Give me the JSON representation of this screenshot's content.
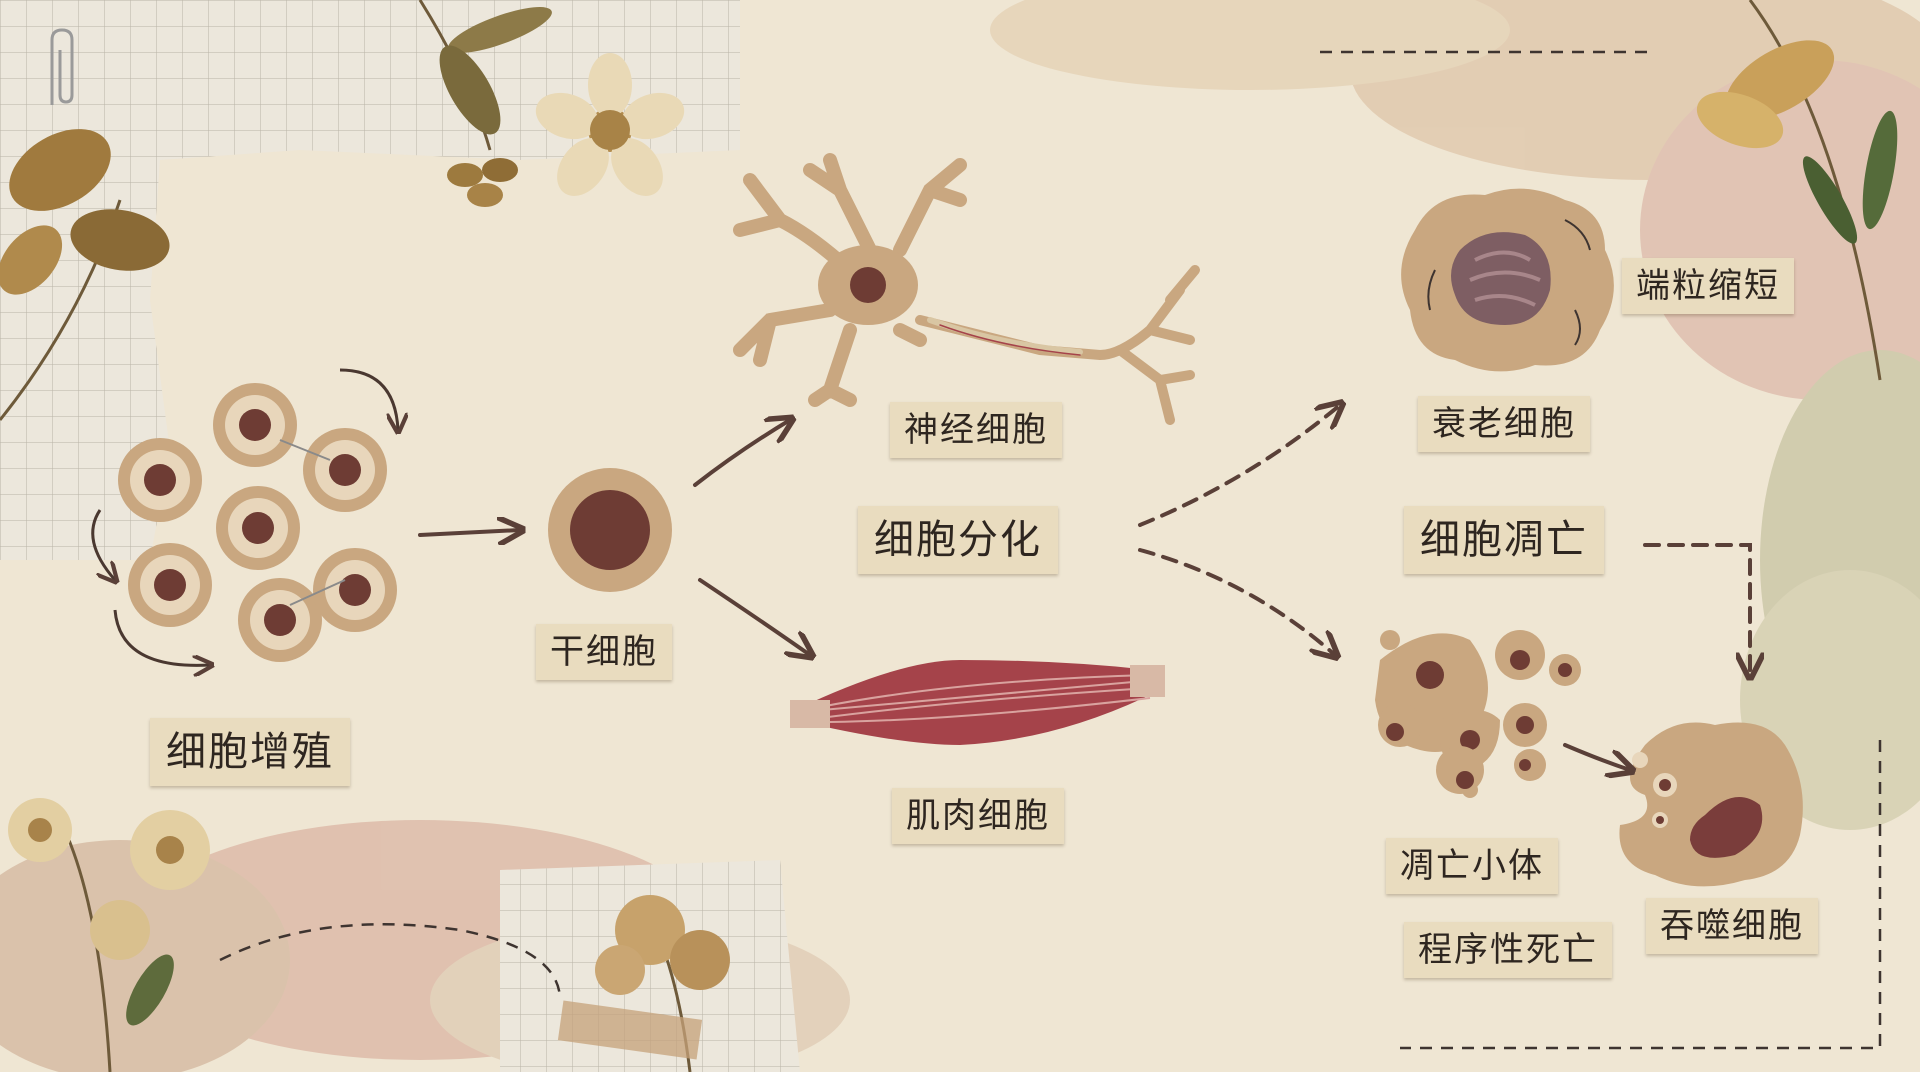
{
  "labels": {
    "proliferation": "细胞增殖",
    "stem_cell": "干细胞",
    "neuron": "神经细胞",
    "differentiation": "细胞分化",
    "muscle": "肌肉细胞",
    "telomere": "端粒缩短",
    "senescent": "衰老细胞",
    "apoptosis": "细胞凋亡",
    "apoptotic_bodies": "凋亡小体",
    "programmed_death": "程序性死亡",
    "phagocyte": "吞噬细胞"
  },
  "colors": {
    "paper": "#efe6d3",
    "felt_tan": "#c9a780",
    "felt_light": "#e8d6bb",
    "nucleus": "#6e3c34",
    "muscle_red": "#a5434a",
    "arrow": "#5a4038",
    "label_bg": "#e9dcbf"
  }
}
